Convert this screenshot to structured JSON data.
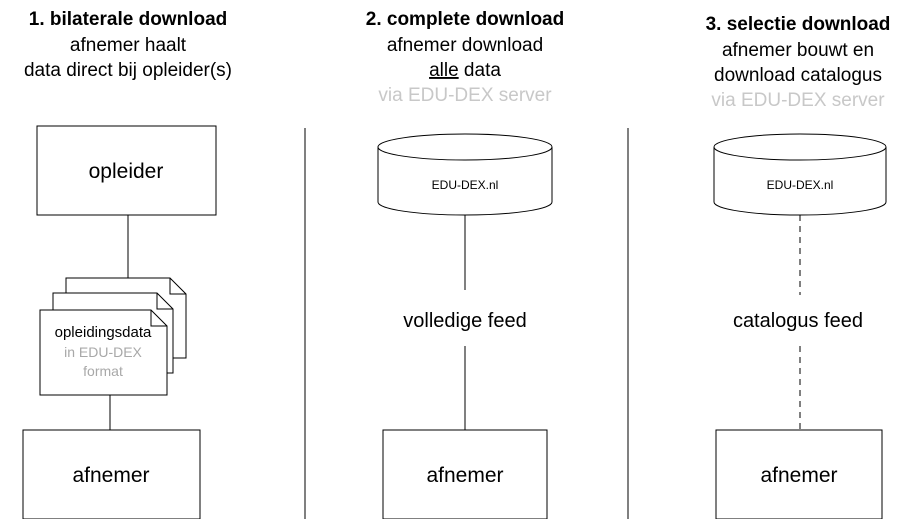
{
  "columns": [
    {
      "title": "1. bilaterale download",
      "line1": "afnemer haalt",
      "line2": "data direct bij opleider(s)",
      "source_box": "opleider",
      "doc_label": "opleidingsdata",
      "doc_grey1": "in EDU-DEX",
      "doc_grey2": "format",
      "target_box": "afnemer"
    },
    {
      "title": "2. complete download",
      "line1": "afnemer download",
      "line2_underlined": "alle",
      "line2_rest": " data",
      "grey_line": "via EDU-DEX server",
      "server": "EDU-DEX.nl",
      "feed": "volledige feed",
      "target_box": "afnemer"
    },
    {
      "title": "3. selectie download",
      "line1": "afnemer bouwt en",
      "line2": "download catalogus",
      "grey_line": "via EDU-DEX server",
      "server": "EDU-DEX.nl",
      "feed": "catalogus feed",
      "target_box": "afnemer"
    }
  ]
}
